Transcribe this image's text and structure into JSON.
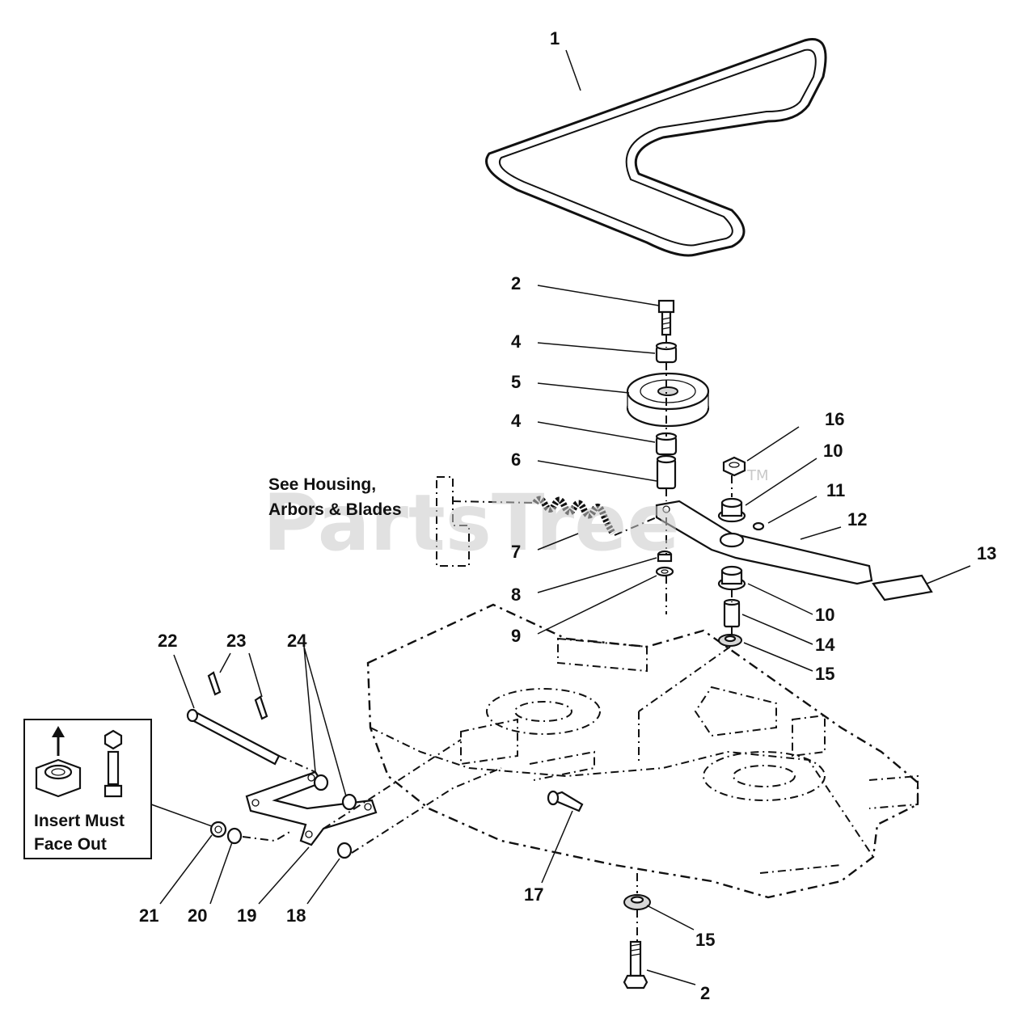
{
  "watermark": {
    "text": "PartsTree",
    "trademark": "TM"
  },
  "notes": {
    "housing_ref_line1": "See Housing,",
    "housing_ref_line2": "Arbors & Blades",
    "insert_line1": "Insert Must",
    "insert_line2": "Face Out"
  },
  "callouts": {
    "c1": "1",
    "c2a": "2",
    "c4a": "4",
    "c5": "5",
    "c4b": "4",
    "c6": "6",
    "c16": "16",
    "c10a": "10",
    "c11": "11",
    "c12": "12",
    "c13": "13",
    "c7": "7",
    "c8": "8",
    "c10b": "10",
    "c9": "9",
    "c14": "14",
    "c15a": "15",
    "c22": "22",
    "c23": "23",
    "c24": "24",
    "c17": "17",
    "c21": "21",
    "c20": "20",
    "c19": "19",
    "c18": "18",
    "c15b": "15",
    "c2b": "2"
  }
}
